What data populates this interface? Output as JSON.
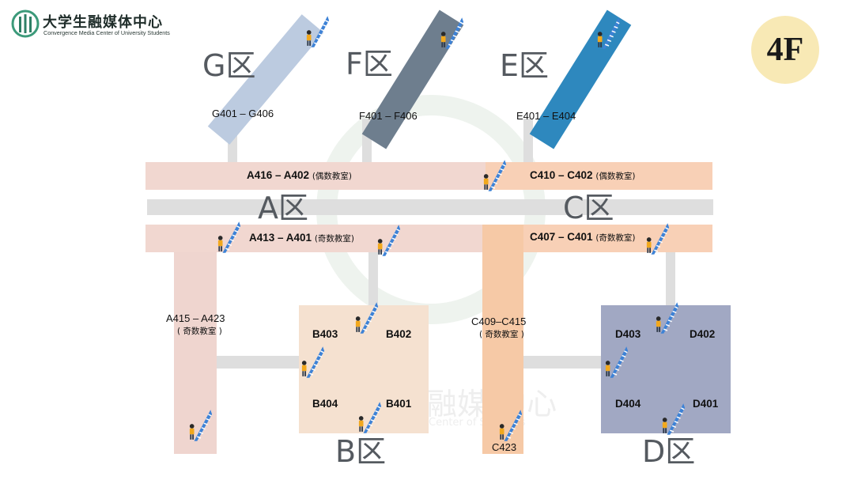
{
  "logo": {
    "title_cn": "大学生融媒体中心",
    "subtitle_en": "Convergence Media Center of University Students"
  },
  "floor": "4F",
  "watermark": {
    "cn": "融媒  中心",
    "en": "Center of          Students"
  },
  "zones": {
    "a": "A区",
    "b": "B区",
    "c": "C区",
    "d": "D区",
    "e": "E区",
    "f": "F区",
    "g": "G区"
  },
  "rooms": {
    "g_range": "G401 – G406",
    "f_range": "F401 – F406",
    "e_range": "E401 – E404",
    "a_even": "A416 – A402",
    "a_even_note": "(偶数教室)",
    "c_even": "C410 – C402",
    "c_even_note": "(偶数教室)",
    "a_odd": "A413 – A401",
    "a_odd_note": "(奇数教室)",
    "c_odd": "C407 – C401",
    "c_odd_note": "(奇数教室)",
    "a_wing": "A415 – A423",
    "a_wing_note": "( 奇数教室 )",
    "c_wing": "C409–C415",
    "c_wing_note": "( 奇数教室 )",
    "c423": "C423",
    "b403": "B403",
    "b402": "B402",
    "b404": "B404",
    "b401": "B401",
    "d403": "D403",
    "d402": "D402",
    "d404": "D404",
    "d401": "D401"
  },
  "colors": {
    "g_wing": "#bccbe0",
    "f_wing": "#6e7e8e",
    "e_wing": "#2e88be",
    "stairs": "#3d82d6",
    "person_shirt": "#f2a81d"
  },
  "icons": {
    "stairs": "stairs-icon",
    "logo": "logo-icon"
  }
}
